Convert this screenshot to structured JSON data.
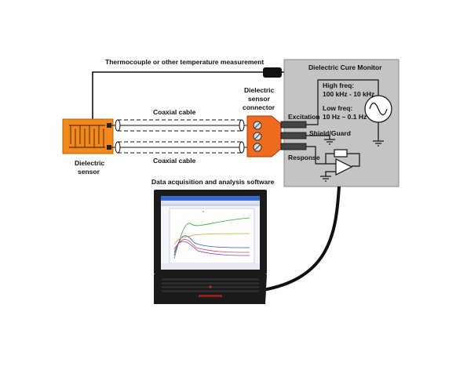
{
  "labels": {
    "thermocouple": "Thermocouple or other temperature measurement",
    "monitor_title": "Dielectric Cure Monitor",
    "high_freq_1": "High freq:",
    "high_freq_2": "100 kHz - 10 kHz",
    "low_freq_1": "Low freq:",
    "low_freq_2": "10 Hz – 0.1 Hz",
    "excitation": "Excitation",
    "shield_guard": "Shield/Guard",
    "response": "Response",
    "coax_top": "Coaxial cable",
    "coax_bottom": "Coaxial cable",
    "connector_1": "Dielectric",
    "connector_2": "sensor",
    "connector_3": "connector",
    "sensor_1": "Dielectric",
    "sensor_2": "sensor",
    "software": "Data acquisition and analysis software"
  },
  "colors": {
    "sensor_orange": "#f08a1c",
    "connector_orange": "#ee6a1e",
    "monitor_gray": "#c4c4c4",
    "cable_black": "#111111"
  },
  "icons": {
    "sine_source": "ac-source-icon",
    "op_amp": "op-amp-icon",
    "resistor": "resistor-icon",
    "ground": "ground-icon"
  }
}
